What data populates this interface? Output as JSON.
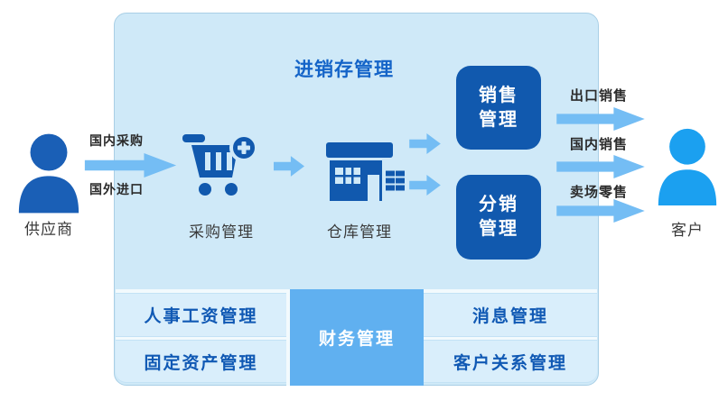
{
  "title": "进销存管理",
  "colors": {
    "panel_bg": "#cfe9f8",
    "panel_border": "#a9cfe6",
    "dark_blue": "#1159ae",
    "supplier_blue": "#1a5fb6",
    "customer_blue": "#1ba0f0",
    "mid_blue": "#60b0f0",
    "arrow_blue": "#74bdf4",
    "cell_bg": "#d9eefb",
    "cell_text": "#1059b4",
    "title_color": "#1464c8",
    "label_color": "#3a3a3a",
    "gap_color": "#f2fafd"
  },
  "supplier": {
    "label": "供应商",
    "flows": [
      "国内采购",
      "国外进口"
    ]
  },
  "modules": {
    "purchase": "采购管理",
    "warehouse": "仓库管理",
    "sales": "销售管理",
    "distribution": "分销管理"
  },
  "customer": {
    "label": "客户",
    "channels": [
      "出口销售",
      "国内销售",
      "卖场零售"
    ]
  },
  "bottom_modules": {
    "left": [
      "人事工资管理",
      "固定资产管理"
    ],
    "center": "财务管理",
    "right": [
      "消息管理",
      "客户关系管理"
    ]
  }
}
